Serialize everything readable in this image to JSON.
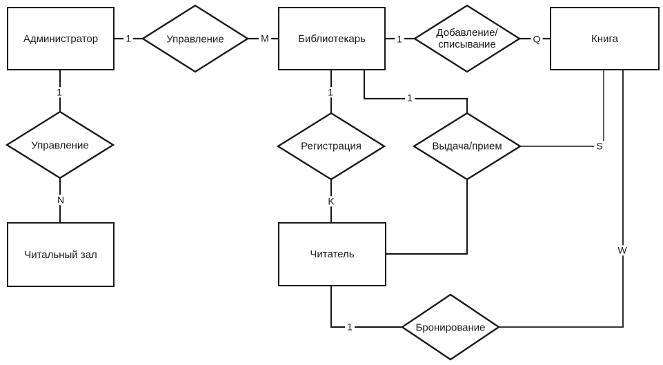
{
  "diagram": {
    "kind": "er-diagram",
    "language": "ru",
    "colors": {
      "stroke": "#1a1a1a",
      "fill": "#ffffff",
      "text": "#1a1a1a",
      "background": "#ffffff"
    },
    "entities": [
      {
        "id": "administrator",
        "label": "Администратор"
      },
      {
        "id": "librarian",
        "label": "Библиотекарь"
      },
      {
        "id": "book",
        "label": "Книга"
      },
      {
        "id": "reading-room",
        "label": "Читальный зал"
      },
      {
        "id": "reader",
        "label": "Читатель"
      }
    ],
    "relationships": [
      {
        "id": "management-1",
        "label": "Управление"
      },
      {
        "id": "add-writeoff",
        "label": "Добавление/\nсписывание"
      },
      {
        "id": "management-2",
        "label": "Управление"
      },
      {
        "id": "registration",
        "label": "Регистрация"
      },
      {
        "id": "issue-receive",
        "label": "Выдача/прием"
      },
      {
        "id": "booking",
        "label": "Бронирование"
      }
    ],
    "cardinalities": [
      {
        "id": "administrator-management1",
        "label": "1"
      },
      {
        "id": "management1-librarian",
        "label": "M"
      },
      {
        "id": "librarian-addwriteoff",
        "label": "1"
      },
      {
        "id": "addwriteoff-book",
        "label": "Q"
      },
      {
        "id": "administrator-management2",
        "label": "1"
      },
      {
        "id": "management2-readingroom",
        "label": "N"
      },
      {
        "id": "librarian-registration",
        "label": "1"
      },
      {
        "id": "librarian-issuereceive",
        "label": "1"
      },
      {
        "id": "registration-reader",
        "label": "K"
      },
      {
        "id": "issuereceive-book",
        "label": "S"
      },
      {
        "id": "booking-book",
        "label": "W"
      },
      {
        "id": "reader-booking",
        "label": "1"
      }
    ]
  }
}
